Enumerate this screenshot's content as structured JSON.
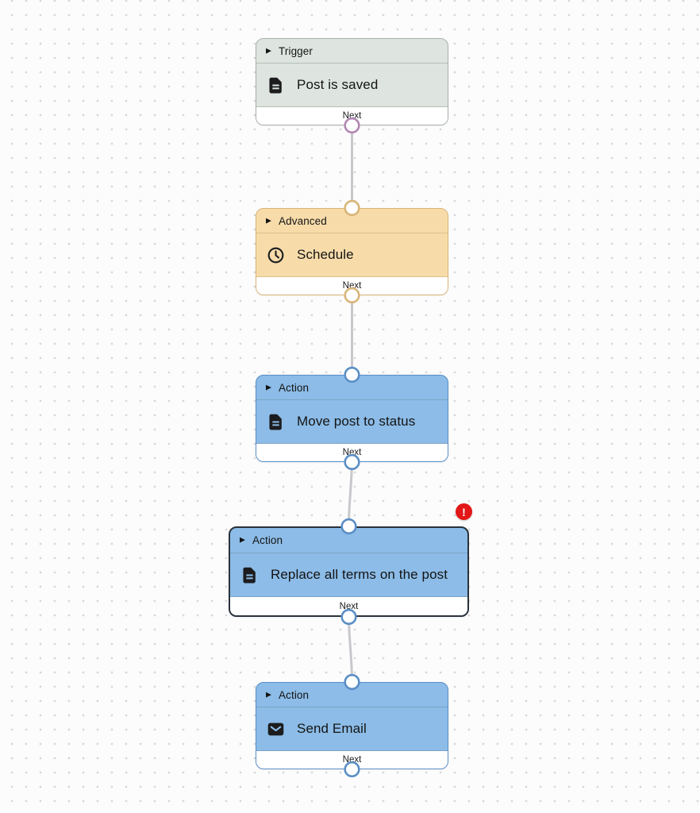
{
  "colors": {
    "canvas_bg": "#fcfcfd",
    "canvas_dot": "#d7d7db",
    "trigger_bg": "#dee5e0",
    "trigger_border": "#a8b0aa",
    "trigger_sep": "#b6beb8",
    "advanced_bg": "#f7dcaa",
    "advanced_border": "#d9b578",
    "advanced_sep": "#ddc08c",
    "action_bg": "#8cbce7",
    "action_border": "#5b8ec5",
    "action_sep": "#7da3c6",
    "selected_border": "#2a323b",
    "ring_purple": "#b287b2",
    "line": "#c8c8cc",
    "footer_bg": "#ffffff",
    "error": "#e31717",
    "text": "#141414"
  },
  "icons": {
    "disclosure": "▶",
    "error_mark": "!"
  },
  "nodes": [
    {
      "type": "Trigger",
      "title": "Post is saved",
      "icon": "document",
      "footer": "Next"
    },
    {
      "type": "Advanced",
      "title": "Schedule",
      "icon": "clock",
      "footer": "Next"
    },
    {
      "type": "Action",
      "title": "Move post to status",
      "icon": "document",
      "footer": "Next"
    },
    {
      "type": "Action",
      "title": "Replace all terms on the post",
      "icon": "document",
      "footer": "Next",
      "selected": true,
      "status": "error"
    },
    {
      "type": "Action",
      "title": "Send Email",
      "icon": "mail",
      "footer": "Next"
    }
  ]
}
